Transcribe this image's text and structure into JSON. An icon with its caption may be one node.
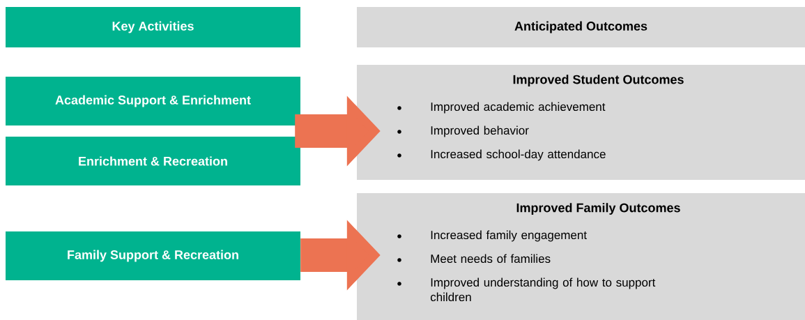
{
  "diagram": {
    "nodes": [
      {
        "text": [
          "Key Activities"
        ]
      },
      {
        "text": [
          "Anticipated Outcomes"
        ]
      },
      {
        "text": [
          "Academic Support & Enrichment"
        ]
      },
      {
        "text": [
          "Enrichment & Recreation"
        ]
      },
      {
        "text": [
          "Improved Student Outcomes",
          "Improved academic achievement",
          "Improved behavior",
          "Increased school-day attendance"
        ]
      },
      {
        "text": [
          "Family Support & Recreation"
        ]
      },
      {
        "text": [
          "Improved Family Outcomes",
          "Increased family engagement",
          "Meet needs of families",
          "Improved understanding of how to support children"
        ]
      }
    ],
    "edges": [
      {
        "from": 2,
        "to": 4,
        "arrow": "to"
      },
      {
        "from": 3,
        "to": 4,
        "arrow": "to"
      },
      {
        "from": 5,
        "to": 6,
        "arrow": "to"
      }
    ]
  }
}
